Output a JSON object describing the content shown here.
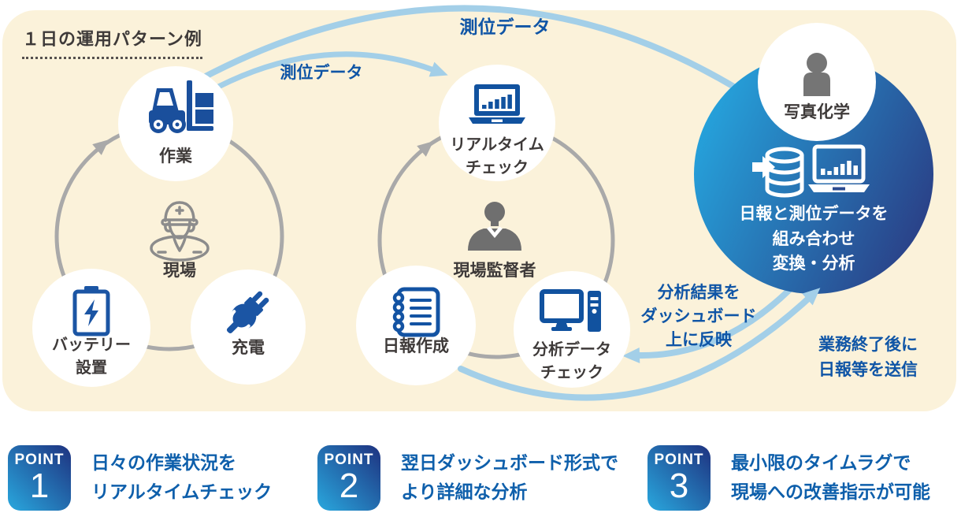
{
  "title": "１日の運用パターン例",
  "nodes": {
    "work": "作業",
    "site": "現場",
    "battery": "バッテリー\n設置",
    "charge": "充電",
    "realtime": "リアルタイム\nチェック",
    "supervisor": "現場監督者",
    "report": "日報作成",
    "analysis": "分析データ\nチェック",
    "company": "写真化学",
    "hub": "日報と測位データを\n組み合わせ\n変換・分析"
  },
  "arrows": {
    "positioning_top": "測位データ",
    "positioning_mid": "測位データ",
    "dashboard": "分析結果を\nダッシュボード\n上に反映",
    "send": "業務終了後に\n日報等を送信"
  },
  "points": [
    {
      "badge": "POINT",
      "num": "1",
      "desc": "日々の作業状況を\nリアルタイムチェック"
    },
    {
      "badge": "POINT",
      "num": "2",
      "desc": "翌日ダッシュボード形式で\nより詳細な分析"
    },
    {
      "badge": "POINT",
      "num": "3",
      "desc": "最小限のタイムラグで\n現場への改善指示が可能"
    }
  ],
  "icons": {
    "work": "forklift-icon",
    "site": "worker-helmet-icon",
    "battery": "battery-icon",
    "charge": "plug-icon",
    "realtime": "laptop-chart-icon",
    "supervisor": "businessman-icon",
    "report": "notebook-icon",
    "analysis": "desktop-pc-icon",
    "company": "person-icon",
    "hub": "database-arrow-laptop-icon"
  },
  "colors": {
    "panel_bg": "#FBF2DA",
    "icon_blue": "#1A4F9C",
    "cycle_gray": "#A9A9A9",
    "light_blue_arrow": "#A3CFE8",
    "arrow_label_blue": "#0F55A6",
    "hub_gradient_start": "#25A5DE",
    "hub_gradient_end": "#2A3E85",
    "badge_gradient_start": "#29A8DE",
    "badge_gradient_end": "#1E3280",
    "point_text_blue": "#0E5FAB",
    "dark_text": "#3E3A39"
  }
}
